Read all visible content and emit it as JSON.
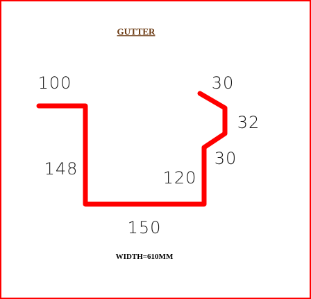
{
  "drawing": {
    "title": "GUTTER",
    "width_note": "WIDTH=610MM",
    "colors": {
      "border": "#ff0000",
      "profile": "#ff0000",
      "title": "#6b3a12",
      "text": "#1a1a1a"
    },
    "dimensions": {
      "top_left_flange": "100",
      "left_wall": "148",
      "base": "150",
      "right_wall": "120",
      "lower_return": "30",
      "upright_lip": "32",
      "top_return": "30"
    }
  }
}
